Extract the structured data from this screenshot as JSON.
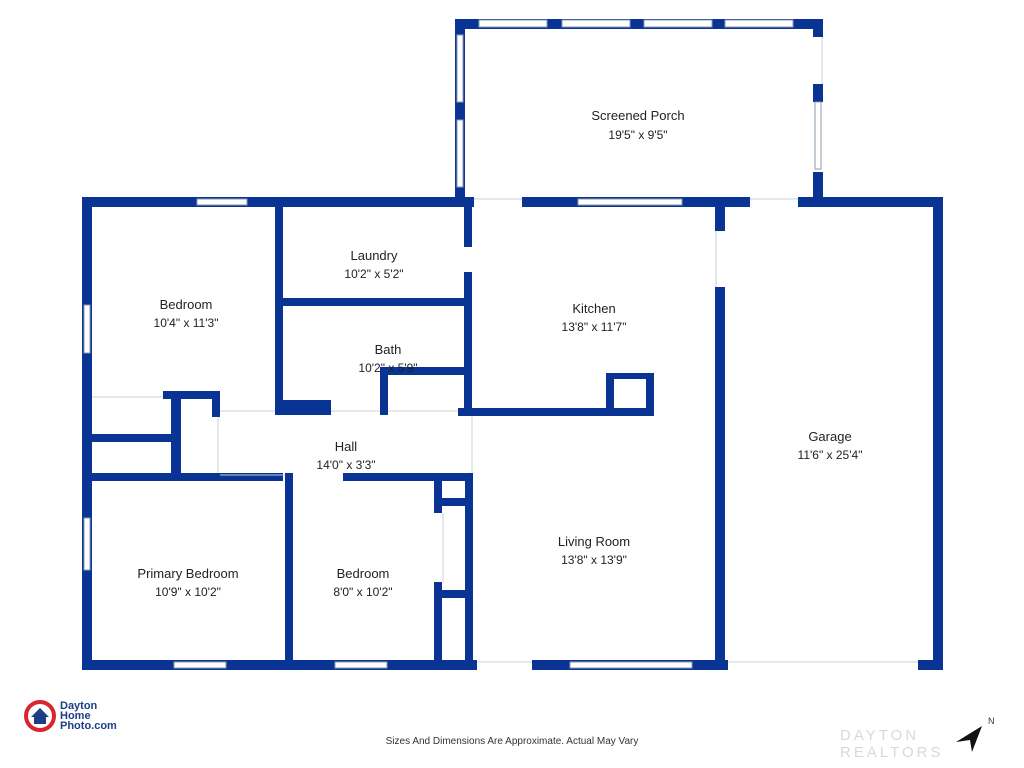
{
  "colors": {
    "wall": "#0a3493",
    "window": "#ffffff",
    "window_border": "#8a9aa8",
    "logo_red": "#d9262e",
    "logo_blue": "#1b3e86"
  },
  "rooms": {
    "screened_porch": {
      "name": "Screened Porch",
      "dims": "19'5\" x 9'5\""
    },
    "laundry": {
      "name": "Laundry",
      "dims": "10'2\" x 5'2\""
    },
    "bedroom_1": {
      "name": "Bedroom",
      "dims": "10'4\" x 11'3\""
    },
    "kitchen": {
      "name": "Kitchen",
      "dims": "13'8\" x 11'7\""
    },
    "bath": {
      "name": "Bath",
      "dims": "10'2\" x 5'9\""
    },
    "garage": {
      "name": "Garage",
      "dims": "11'6\" x 25'4\""
    },
    "hall": {
      "name": "Hall",
      "dims": "14'0\" x 3'3\""
    },
    "living_room": {
      "name": "Living Room",
      "dims": "13'8\" x 13'9\""
    },
    "primary_bedroom": {
      "name": "Primary Bedroom",
      "dims": "10'9\" x 10'2\""
    },
    "bedroom_2": {
      "name": "Bedroom",
      "dims": "8'0\" x 10'2\""
    }
  },
  "footer": {
    "disclaimer": "Sizes And Dimensions Are Approximate. Actual May Vary"
  },
  "brand": {
    "line1": "Dayton",
    "line2": "Home",
    "line3": "Photo.com",
    "logo_icon": "house-logo-icon"
  },
  "watermark": {
    "text": "DAYTON REALTORS",
    "compass_icon": "north-arrow-icon",
    "north_label": "N"
  }
}
